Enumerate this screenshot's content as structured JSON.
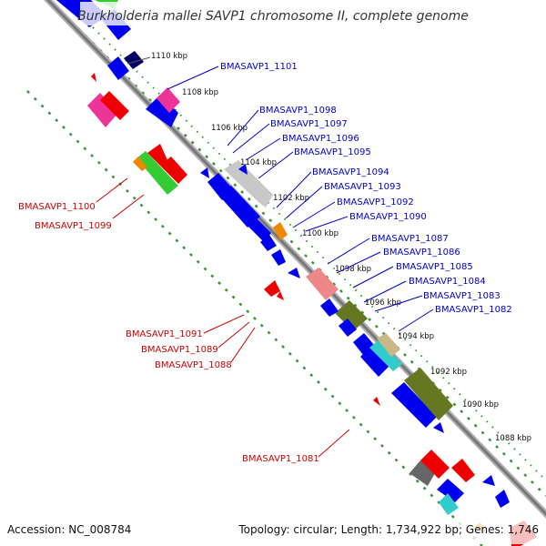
{
  "title": "Burkholderia mallei SAVP1 chromosome II, complete genome",
  "footer": {
    "accession": "Accession: NC_008784",
    "summary": "Topology: circular; Length: 1,734,922 bp; Genes: 1,746"
  },
  "colors": {
    "forward_label": "#0000cc",
    "reverse_label": "#cc0000",
    "backbone": "#999999",
    "tick": "#339933",
    "cds_blue": "#0000ee",
    "cds_red": "#ee0000"
  },
  "scale_labels": [
    "1110 kbp",
    "1108 kbp",
    "1106 kbp",
    "1104 kbp",
    "1102 kbp",
    "1100 kbp",
    "1098 kbp",
    "1096 kbp",
    "1094 kbp",
    "1092 kbp",
    "1090 kbp",
    "1088 kbp"
  ],
  "forward_genes": [
    "BMASAVP1_1101",
    "BMASAVP1_1098",
    "BMASAVP1_1097",
    "BMASAVP1_1096",
    "BMASAVP1_1095",
    "BMASAVP1_1094",
    "BMASAVP1_1093",
    "BMASAVP1_1092",
    "BMASAVP1_1090",
    "BMASAVP1_1087",
    "BMASAVP1_1086",
    "BMASAVP1_1085",
    "BMASAVP1_1084",
    "BMASAVP1_1083",
    "BMASAVP1_1082"
  ],
  "reverse_genes": [
    "BMASAVP1_1100",
    "BMASAVP1_1099",
    "BMASAVP1_1091",
    "BMASAVP1_1089",
    "BMASAVP1_1088",
    "BMASAVP1_1081"
  ]
}
